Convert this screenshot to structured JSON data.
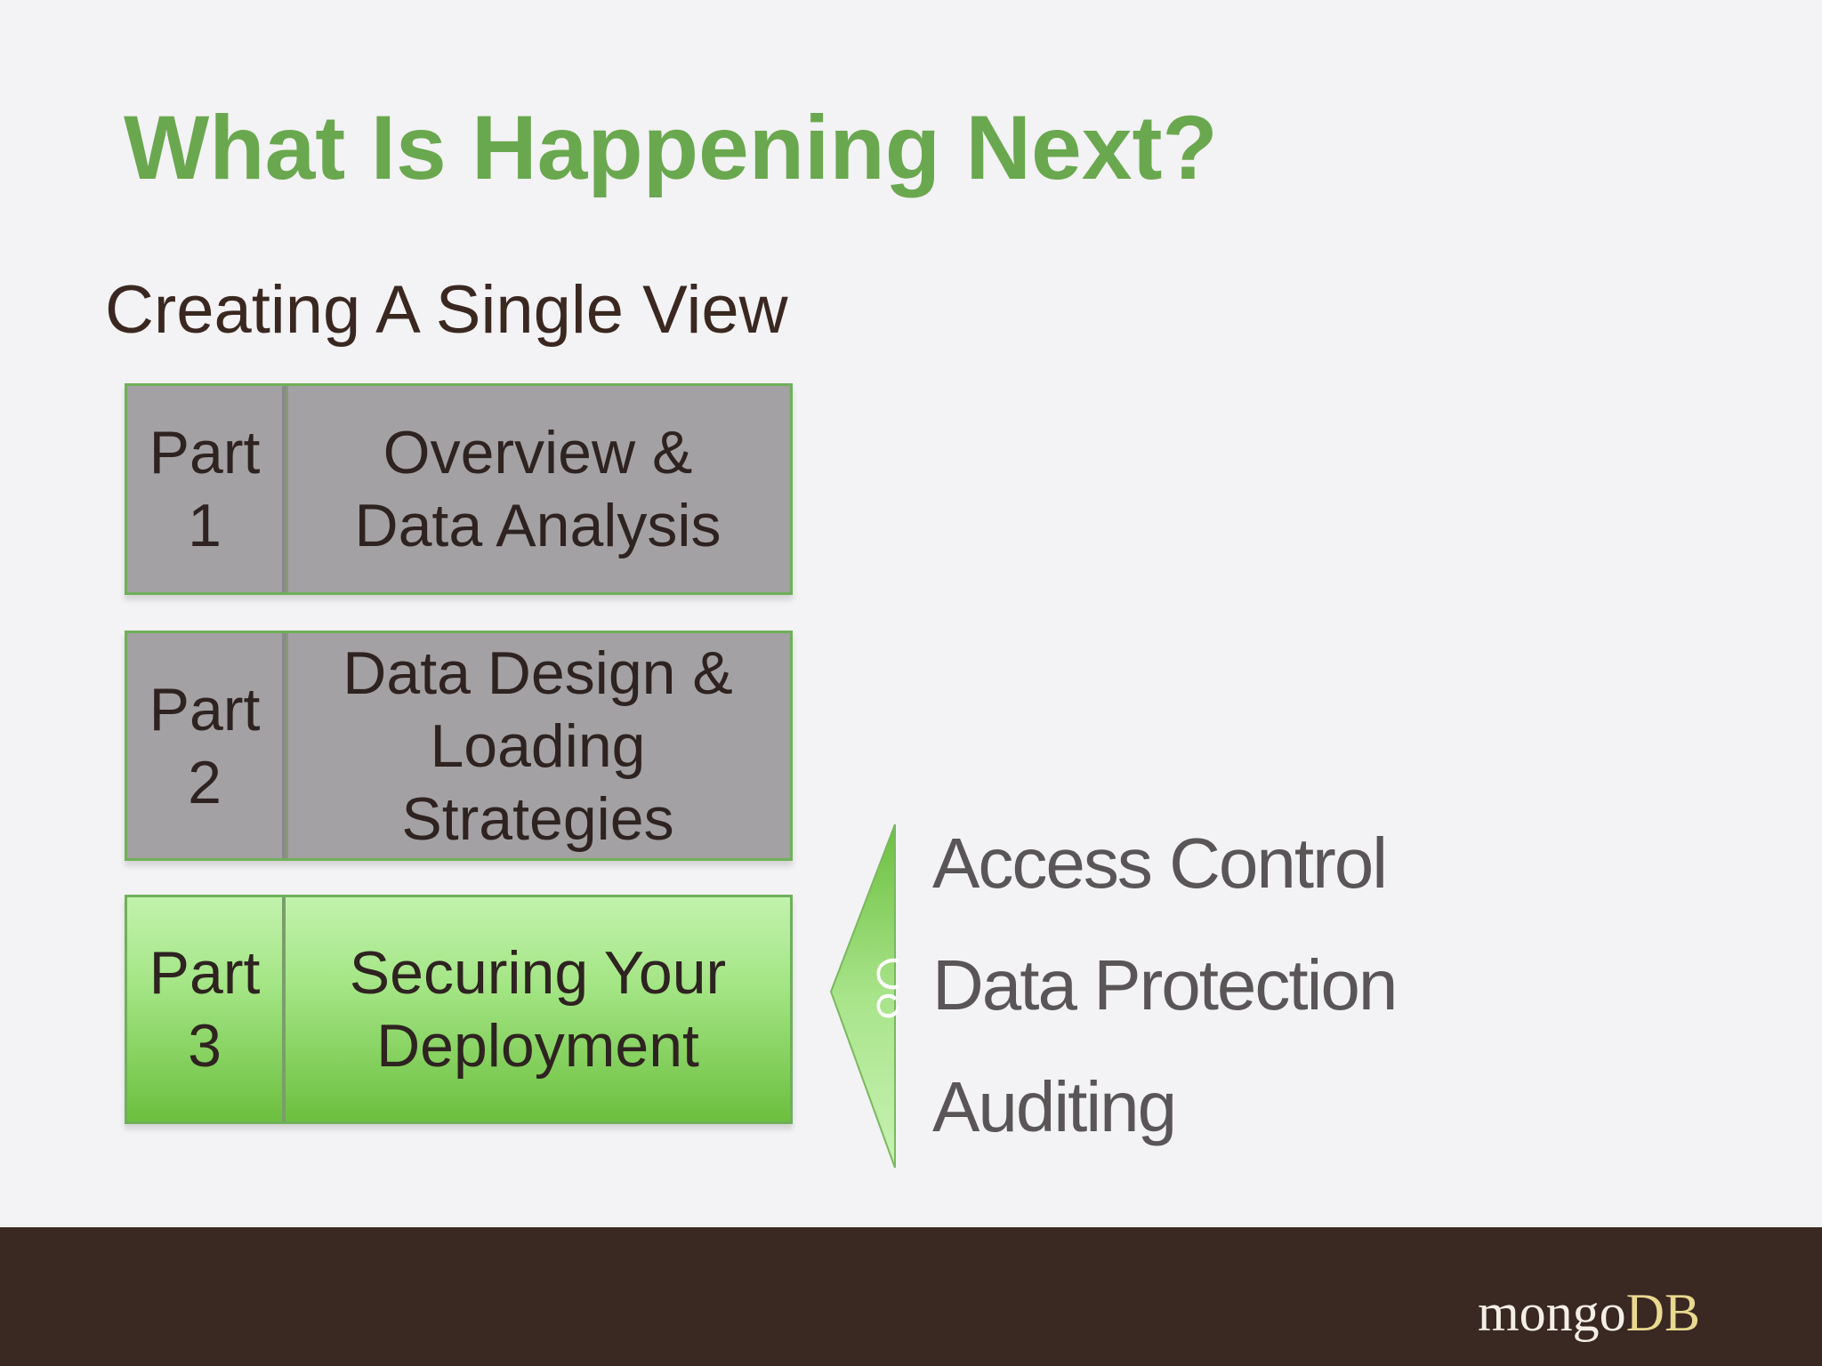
{
  "title": "What Is Happening Next?",
  "subtitle": "Creating A Single View",
  "parts": [
    {
      "num": "Part\n1",
      "label": "Overview &\nData Analysis",
      "state": "inactive"
    },
    {
      "num": "Part\n2",
      "label": "Data Design &\nLoading\nStrategies",
      "state": "inactive"
    },
    {
      "num": "Part\n3",
      "label": "Securing Your\nDeployment",
      "state": "active"
    }
  ],
  "part3_details": [
    "Access Control",
    "Data Protection",
    "Auditing"
  ],
  "bracket_glyphs": "ႠჂ",
  "logo": {
    "mongo": "mongo",
    "db": "DB"
  },
  "colors": {
    "title_green": "#6aa84f",
    "inactive_part": "#a3a1a3",
    "active_part_top": "#c2f2ad",
    "active_part_bottom": "#6cbf3f",
    "footer": "#3a2823",
    "logo_db": "#e9d98f"
  }
}
